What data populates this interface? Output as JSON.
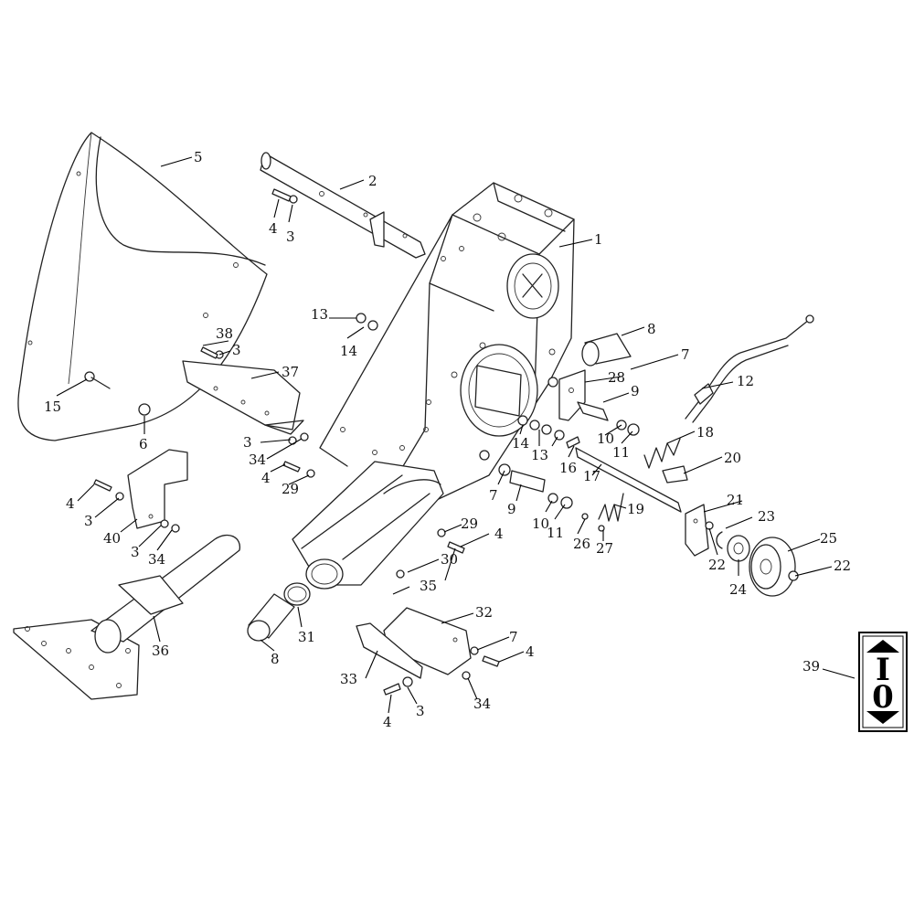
{
  "diagram": {
    "labels": {
      "l1": "1",
      "l2": "2",
      "l3a": "3",
      "l3b": "3",
      "l3c": "3",
      "l3d": "3",
      "l3e": "3",
      "l3f": "3",
      "l4a": "4",
      "l4b": "4",
      "l4c": "4",
      "l4d": "4",
      "l4e": "4",
      "l4f": "4",
      "l5": "5",
      "l6": "6",
      "l7a": "7",
      "l7b": "7",
      "l7c": "7",
      "l8a": "8",
      "l8b": "8",
      "l9a": "9",
      "l9b": "9",
      "l10a": "10",
      "l10b": "10",
      "l11a": "11",
      "l11b": "11",
      "l12": "12",
      "l13a": "13",
      "l13b": "13",
      "l14a": "14",
      "l14b": "14",
      "l15": "15",
      "l16": "16",
      "l17": "17",
      "l18": "18",
      "l19": "19",
      "l20": "20",
      "l21": "21",
      "l22a": "22",
      "l22b": "22",
      "l23": "23",
      "l24": "24",
      "l25": "25",
      "l26": "26",
      "l27": "27",
      "l28": "28",
      "l29a": "29",
      "l29b": "29",
      "l30": "30",
      "l31": "31",
      "l32": "32",
      "l33": "33",
      "l34a": "34",
      "l34b": "34",
      "l34c": "34",
      "l35": "35",
      "l36": "36",
      "l37": "37",
      "l38": "38",
      "l39": "39",
      "l40": "40"
    },
    "decal": {
      "top": "I",
      "bottom": "0"
    }
  }
}
